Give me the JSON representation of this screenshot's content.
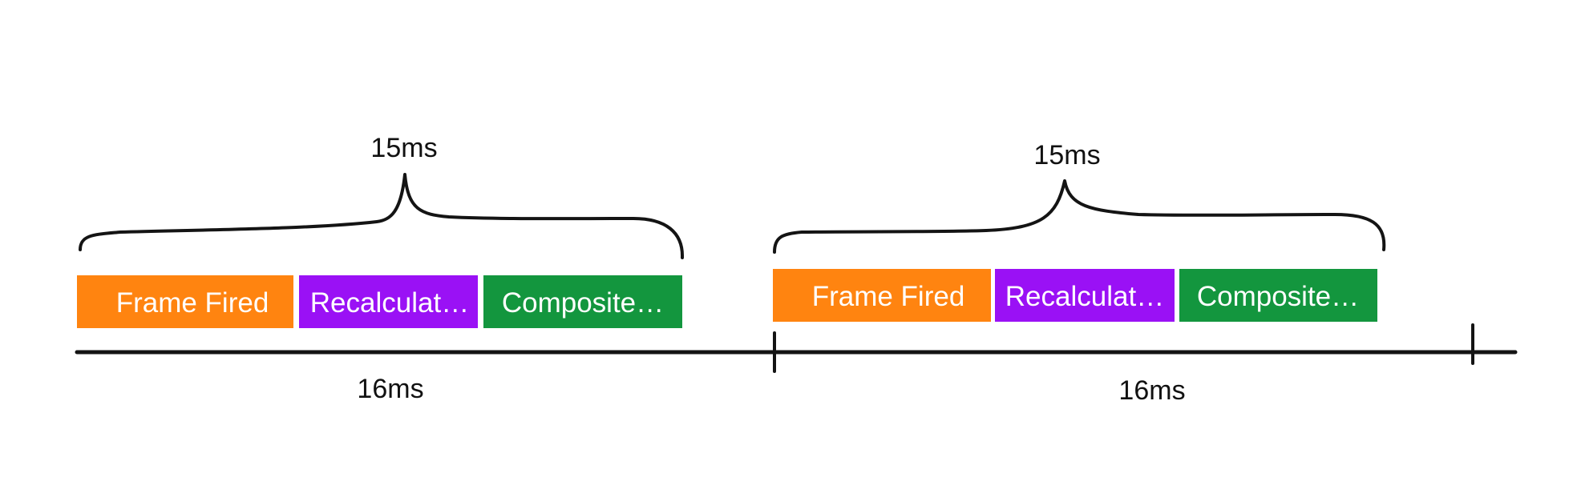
{
  "frames": [
    {
      "task_duration_label": "15ms",
      "frame_duration_label": "16ms",
      "tasks": [
        {
          "label": "Frame Fired",
          "color": "#FF8410"
        },
        {
          "label": "Recalculat…",
          "color": "#9A11F5"
        },
        {
          "label": "Composite…",
          "color": "#13963E"
        }
      ]
    },
    {
      "task_duration_label": "15ms",
      "frame_duration_label": "16ms",
      "tasks": [
        {
          "label": "Frame Fired",
          "color": "#FF8410"
        },
        {
          "label": "Recalculat…",
          "color": "#9A11F5"
        },
        {
          "label": "Composite…",
          "color": "#13963E"
        }
      ]
    }
  ]
}
